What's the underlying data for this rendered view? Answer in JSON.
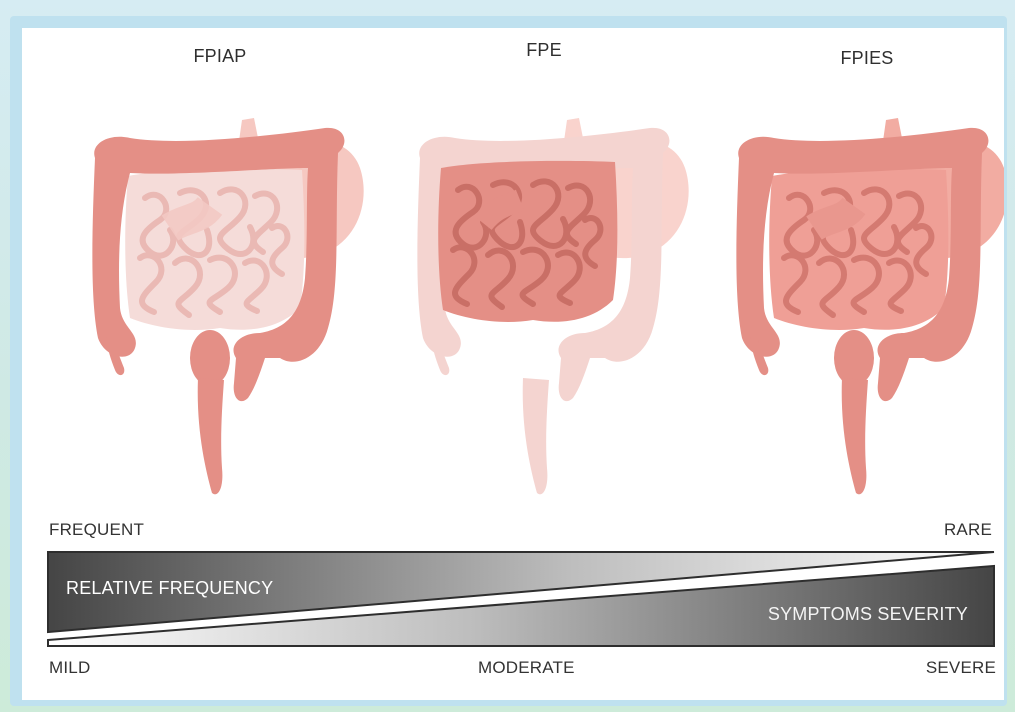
{
  "diagram": {
    "columns": [
      {
        "title": "FPIAP",
        "highlight": "colon"
      },
      {
        "title": "FPE",
        "highlight": "small-intestine"
      },
      {
        "title": "FPIES",
        "highlight": "all"
      }
    ],
    "scale": {
      "top_left": "FREQUENT",
      "top_right": "RARE",
      "upper_wedge": "RELATIVE FREQUENCY",
      "lower_wedge": "SYMPTOMS SEVERITY",
      "bottom_left": "MILD",
      "bottom_center": "MODERATE",
      "bottom_right": "SEVERE"
    },
    "colors": {
      "organ_strong": "#e48f86",
      "organ_faint": "#f3c9c3",
      "stomach": "#f6b9b1",
      "wedge_dark": "#4a4a4a",
      "wedge_light": "#ffffff"
    }
  }
}
